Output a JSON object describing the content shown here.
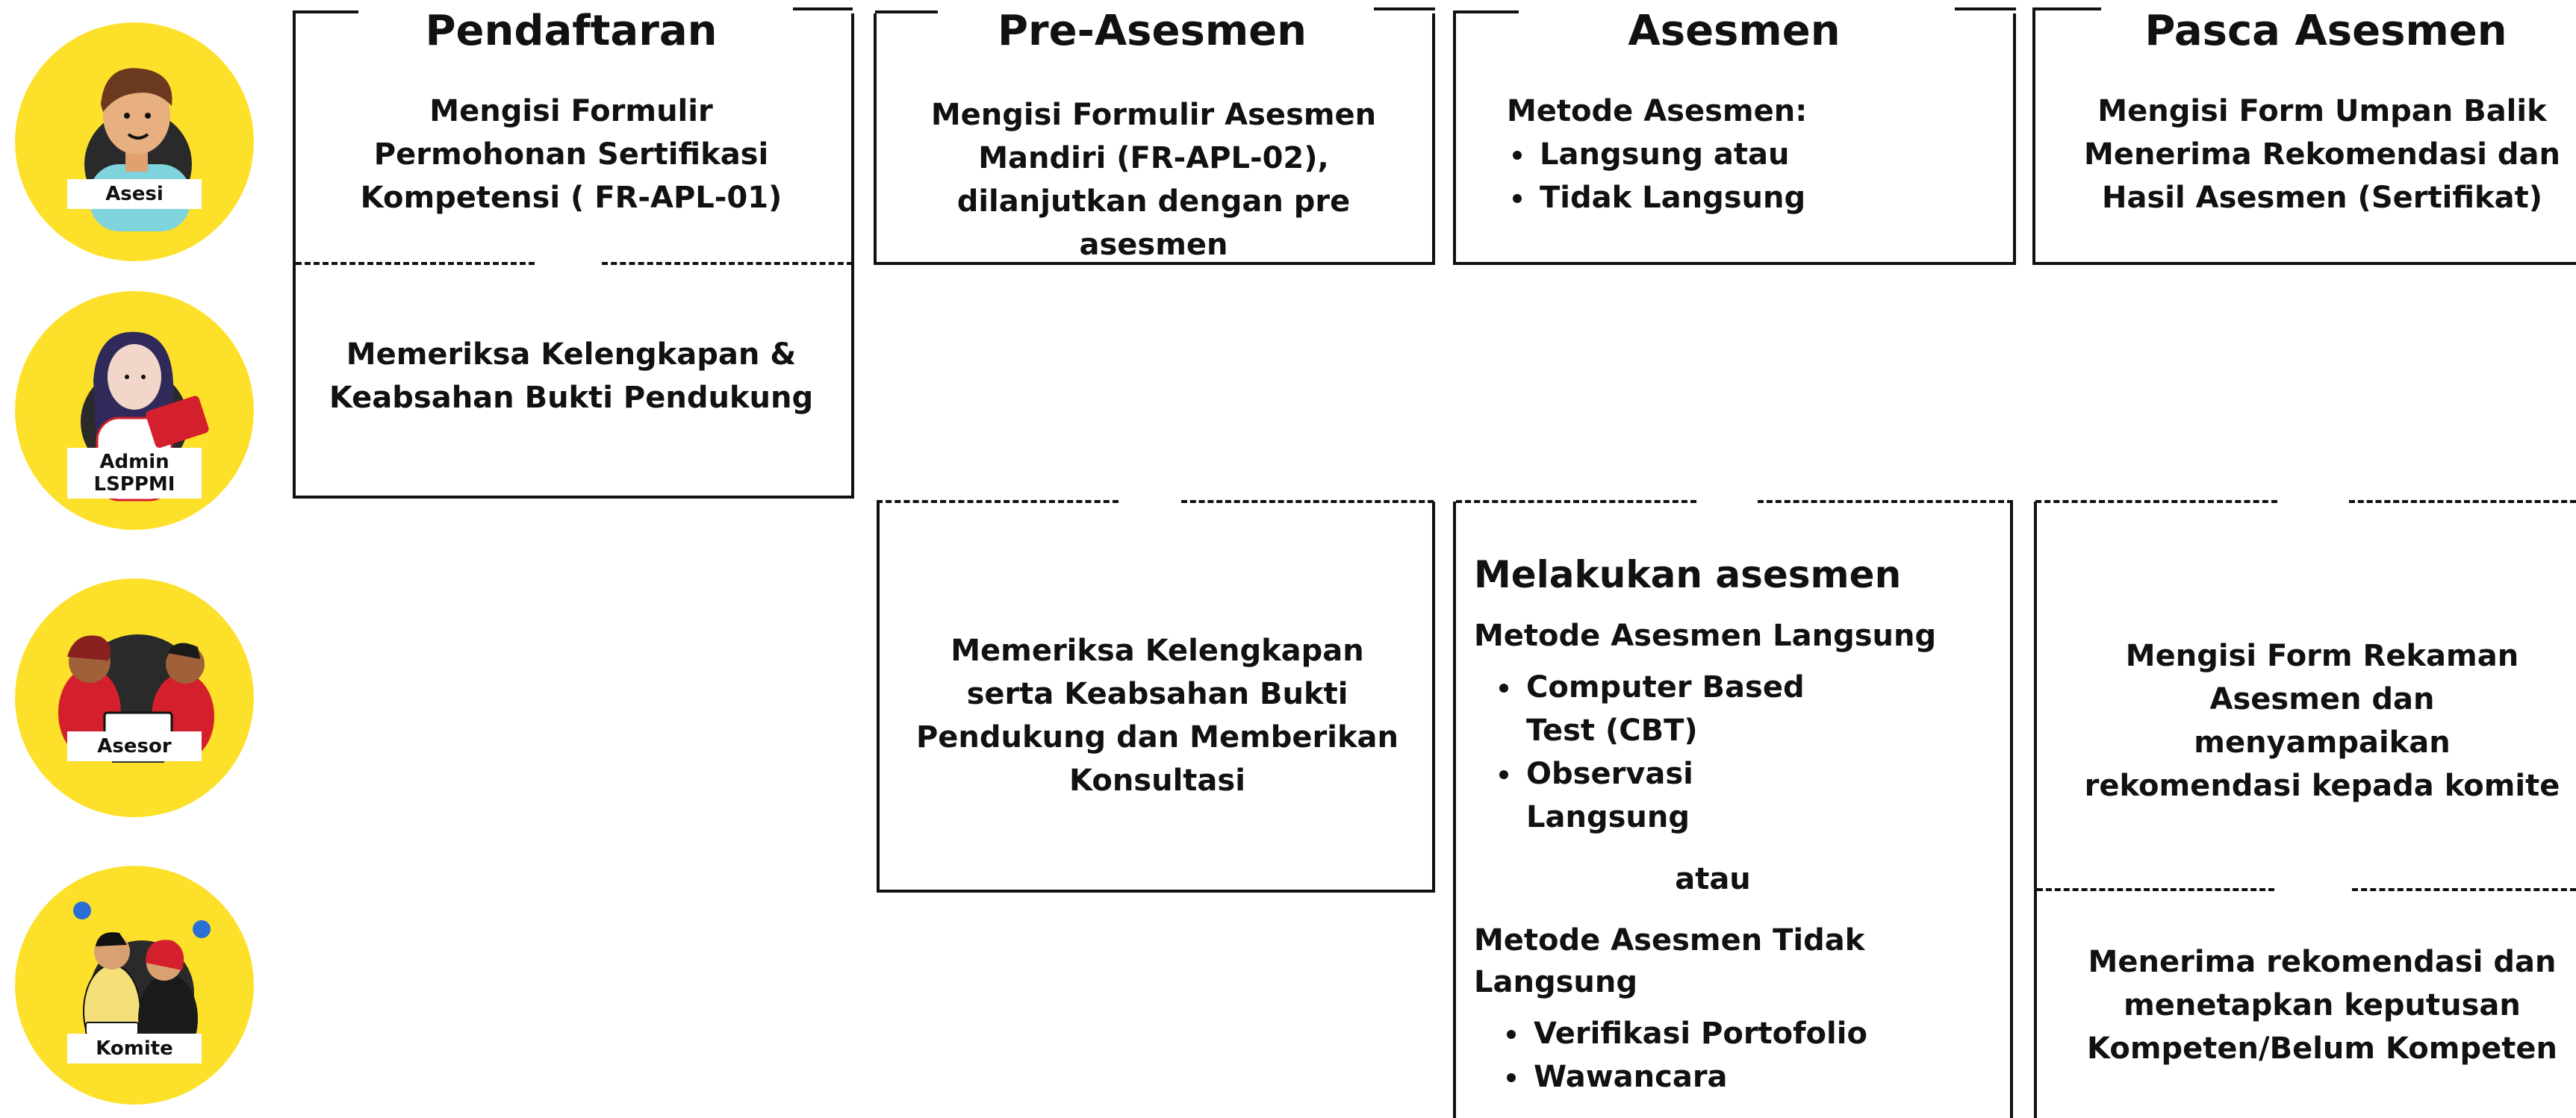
{
  "roles": [
    {
      "label": "Asesi"
    },
    {
      "label": "Admin LSPPMI"
    },
    {
      "label": "Asesor"
    },
    {
      "label": "Komite"
    }
  ],
  "phases": {
    "pendaftaran": {
      "title": "Pendaftaran",
      "asesi_text": "Mengisi Formulir Permohonan Sertifikasi Kompetensi ( FR-APL-01)",
      "admin_text": "Memeriksa Kelengkapan & Keabsahan Bukti Pendukung"
    },
    "pre_asesmen": {
      "title": "Pre-Asesmen",
      "asesi_text": "Mengisi Formulir Asesmen Mandiri (FR-APL-02), dilanjutkan dengan pre asesmen",
      "asesor_text": "Memeriksa Kelengkapan serta Keabsahan Bukti Pendukung dan Memberikan Konsultasi"
    },
    "asesmen": {
      "title": "Asesmen",
      "asesi_heading": "Metode Asesmen:",
      "asesi_items": [
        "Langsung atau",
        "Tidak Langsung"
      ],
      "asesor_heading": "Melakukan asesmen",
      "langsung_heading": "Metode Asesmen Langsung",
      "langsung_items": [
        "Computer Based Test (CBT)",
        "Observasi Langsung"
      ],
      "atau": "atau",
      "tidak_langsung_heading": "Metode Asesmen Tidak Langsung",
      "tidak_langsung_items": [
        "Verifikasi Portofolio",
        "Wawancara"
      ]
    },
    "pasca_asesmen": {
      "title": "Pasca Asesmen",
      "asesi_text": "Mengisi Form Umpan Balik Menerima Rekomendasi dan Hasil Asesmen (Sertifikat)",
      "asesor_text": "Mengisi Form Rekaman Asesmen dan menyampaikan rekomendasi kepada komite",
      "komite_text": "Menerima rekomendasi dan menetapkan keputusan Kompeten/Belum Kompeten"
    }
  },
  "colors": {
    "avatar_bg": "#FDE02A",
    "line": "#111111",
    "accent_red": "#D4202C",
    "skin": "#A0603A",
    "shirt_blue": "#7FD3DC"
  }
}
